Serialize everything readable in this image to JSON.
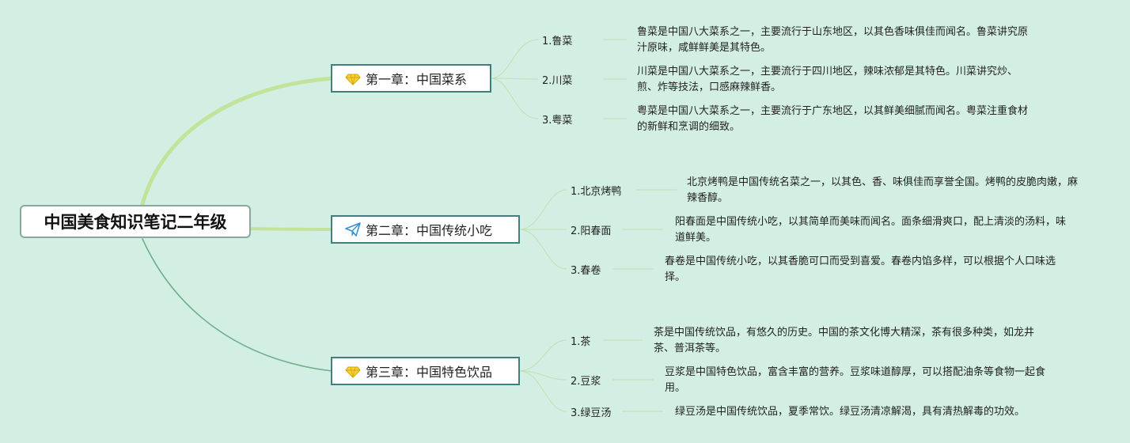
{
  "root": {
    "title": "中国美食知识笔记二年级"
  },
  "chapters": [
    {
      "title": "第一章：中国菜系",
      "icon": "gem-icon",
      "items": [
        {
          "label": "1.鲁菜",
          "desc": "鲁菜是中国八大菜系之一，主要流行于山东地区，以其色香味俱佳而闻名。鲁菜讲究原汁原味，咸鲜鲜美是其特色。"
        },
        {
          "label": "2.川菜",
          "desc": "川菜是中国八大菜系之一，主要流行于四川地区，辣味浓郁是其特色。川菜讲究炒、煎、炸等技法，口感麻辣鲜香。"
        },
        {
          "label": "3.粤菜",
          "desc": "粤菜是中国八大菜系之一，主要流行于广东地区，以其鲜美细腻而闻名。粤菜注重食材的新鲜和烹调的细致。"
        }
      ]
    },
    {
      "title": "第二章：中国传统小吃",
      "icon": "paper-plane-icon",
      "items": [
        {
          "label": "1.北京烤鸭",
          "desc": "北京烤鸭是中国传统名菜之一，以其色、香、味俱佳而享誉全国。烤鸭的皮脆肉嫩，麻辣香醇。"
        },
        {
          "label": "2.阳春面",
          "desc": "阳春面是中国传统小吃，以其简单而美味而闻名。面条细滑爽口，配上清淡的汤料，味道鲜美。"
        },
        {
          "label": "3.春卷",
          "desc": "春卷是中国传统小吃，以其香脆可口而受到喜爱。春卷内馅多样，可以根据个人口味选择。"
        }
      ]
    },
    {
      "title": "第三章：中国特色饮品",
      "icon": "gem-icon",
      "items": [
        {
          "label": "1.茶",
          "desc": "茶是中国传统饮品，有悠久的历史。中国的茶文化博大精深，茶有很多种类，如龙井茶、普洱茶等。"
        },
        {
          "label": "2.豆浆",
          "desc": "豆浆是中国特色饮品，富含丰富的营养。豆浆味道醇厚，可以搭配油条等食物一起食用。"
        },
        {
          "label": "3.绿豆汤",
          "desc": "绿豆汤是中国传统饮品，夏季常饮。绿豆汤清凉解渴，具有清热解毒的功效。"
        }
      ]
    }
  ],
  "colors": {
    "background": "#d3efe4",
    "branch_light": "#c4e39a",
    "branch_dark": "#6fb08a",
    "sub_branch": "#bfe0b0",
    "chapter_border": "#3f7f7f",
    "gem_icon": "#f4d33c",
    "plane_icon": "#3a8fd0"
  }
}
